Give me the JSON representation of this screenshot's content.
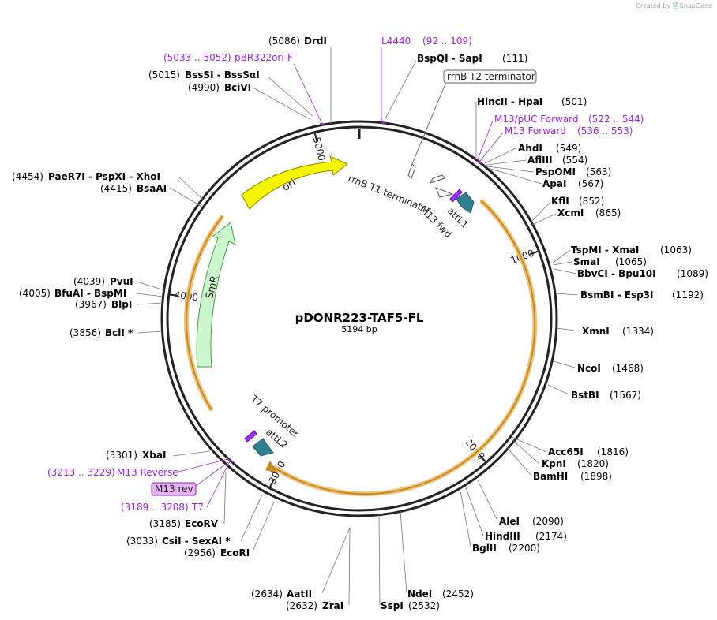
{
  "credit": {
    "prefix": "Created by",
    "brand": "SnapGene"
  },
  "plasmid": {
    "name": "pDONR223-TAF5-FL",
    "size_label": "5194 bp",
    "length": 5194
  },
  "colors": {
    "site_label": "#000000",
    "primer": "#a020f0",
    "feature_arrow": "#2e8b57",
    "backbone": "#222222",
    "orf": "#e8b547"
  },
  "ticks": [
    {
      "position": 1000,
      "label": "1000"
    },
    {
      "position": 2000,
      "label": "2000"
    },
    {
      "position": 3000,
      "label": "3000"
    },
    {
      "position": 4000,
      "label": "4000"
    },
    {
      "position": 5000,
      "label": "5000"
    }
  ],
  "sites": [
    {
      "name": "DrdI",
      "pos": "(5086)"
    },
    {
      "name": "BssSI  -  BssSαI",
      "pos": "(5015)"
    },
    {
      "name": "BciVI",
      "pos": "(4990)"
    },
    {
      "name": "BspQI  -  SapI",
      "pos": "(111)"
    },
    {
      "name": "HincII  -  HpaI",
      "pos": "(501)"
    },
    {
      "name": "AhdI",
      "pos": "(549)"
    },
    {
      "name": "AflIII",
      "pos": "(554)"
    },
    {
      "name": "PspOMI",
      "pos": "(563)"
    },
    {
      "name": "ApaI",
      "pos": "(567)"
    },
    {
      "name": "KflI",
      "pos": "(852)"
    },
    {
      "name": "XcmI",
      "pos": "(865)"
    },
    {
      "name": "TspMI  -  XmaI",
      "pos": "(1063)"
    },
    {
      "name": "SmaI",
      "pos": "(1065)"
    },
    {
      "name": "BbvCI  -  Bpu10I",
      "pos": "(1089)"
    },
    {
      "name": "BsmBI  -  Esp3I",
      "pos": "(1192)"
    },
    {
      "name": "XmnI",
      "pos": "(1334)"
    },
    {
      "name": "NcoI",
      "pos": "(1468)"
    },
    {
      "name": "BstBI",
      "pos": "(1567)"
    },
    {
      "name": "Acc65I",
      "pos": "(1816)"
    },
    {
      "name": "KpnI",
      "pos": "(1820)"
    },
    {
      "name": "BamHI",
      "pos": "(1898)"
    },
    {
      "name": "AleI",
      "pos": "(2090)"
    },
    {
      "name": "HindIII",
      "pos": "(2174)"
    },
    {
      "name": "BglII",
      "pos": "(2200)"
    },
    {
      "name": "NdeI",
      "pos": "(2452)"
    },
    {
      "name": "SspI",
      "pos": "(2532)"
    },
    {
      "name": "AatII",
      "pos": "(2634)"
    },
    {
      "name": "ZraI",
      "pos": "(2632)"
    },
    {
      "name": "EcoRI",
      "pos": "(2956)"
    },
    {
      "name": "CsiI  -  SexAI *",
      "pos": "(3033)"
    },
    {
      "name": "EcoRV",
      "pos": "(3185)"
    },
    {
      "name": "XbaI",
      "pos": "(3301)"
    },
    {
      "name": "BclI *",
      "pos": "(3856)"
    },
    {
      "name": "BlpI",
      "pos": "(3967)"
    },
    {
      "name": "BfuAI  -  BspMI",
      "pos": "(4005)"
    },
    {
      "name": "PvuI",
      "pos": "(4039)"
    },
    {
      "name": "BsaAI",
      "pos": "(4415)"
    },
    {
      "name": "PaeR7I  -  PspXI  -  XhoI",
      "pos": "(4454)"
    }
  ],
  "primers": [
    {
      "name": "L4440",
      "range": "(92 .. 109)"
    },
    {
      "name": "pBR322ori-F",
      "range": "(5033 .. 5052)"
    },
    {
      "name": "M13/pUC Forward",
      "range": "(522 .. 544)"
    },
    {
      "name": "M13 Forward",
      "range": "(536 .. 553)"
    },
    {
      "name": "M13 Reverse",
      "range": "(3213 .. 3229)"
    },
    {
      "name": "T7",
      "range": "(3189 .. 3208)"
    }
  ],
  "features": {
    "ori": "ori",
    "smr": "SmR",
    "rrnb_t1": "rrnB T1 terminator",
    "rrnb_t2": "rrnB T2 terminator",
    "m13_fwd": "M13 fwd",
    "attl1": "attL1",
    "t7_promoter": "T7 promoter",
    "attl2": "attL2",
    "m13_rev": "M13 rev"
  }
}
